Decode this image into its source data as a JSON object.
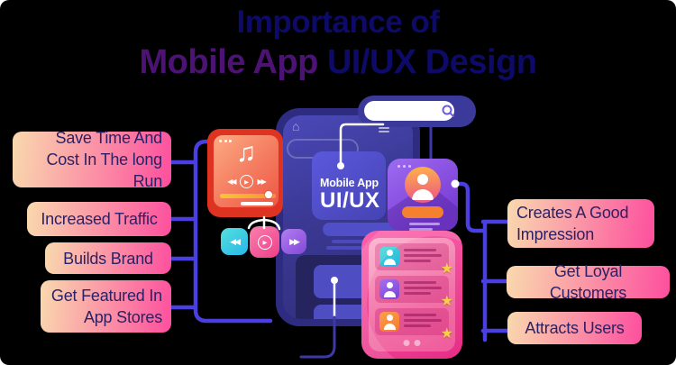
{
  "title": {
    "line1": "Importance of",
    "line2_accent": "Mobile App",
    "line2_rest": " UI/UX Design"
  },
  "left_labels": [
    {
      "id": "save-time",
      "text": "Save Time And\nCost In The long Run"
    },
    {
      "id": "increased-traffic",
      "text": "Increased Traffic"
    },
    {
      "id": "builds-brand",
      "text": "Builds Brand"
    },
    {
      "id": "get-featured",
      "text": "Get Featured In\nApp Stores"
    }
  ],
  "right_labels": [
    {
      "id": "good-impression",
      "text": "Creates A Good\nImpression"
    },
    {
      "id": "loyal-customers",
      "text": "Get Loyal Customers"
    },
    {
      "id": "attracts-users",
      "text": "Attracts Users"
    }
  ],
  "phone_card": {
    "title": "Mobile App",
    "subtitle": "UI/UX"
  },
  "glyphs": {
    "music_note": "♫",
    "rewind": "◀◀",
    "play": "▶",
    "forward": "▶▶",
    "home": "⌂",
    "star": "★"
  },
  "colors": {
    "connector_blue": "#4a3fe0",
    "connector_indigo": "#3d39a8",
    "title_primary": "#0d0a68",
    "title_accent": "#4d1374",
    "label_text": "#2b2164",
    "label_gradient_start": "#f9d9ae",
    "label_gradient_end": "#fd4f9e",
    "star_yellow": "#f8cf4d",
    "orange_accent": "#f58030"
  }
}
